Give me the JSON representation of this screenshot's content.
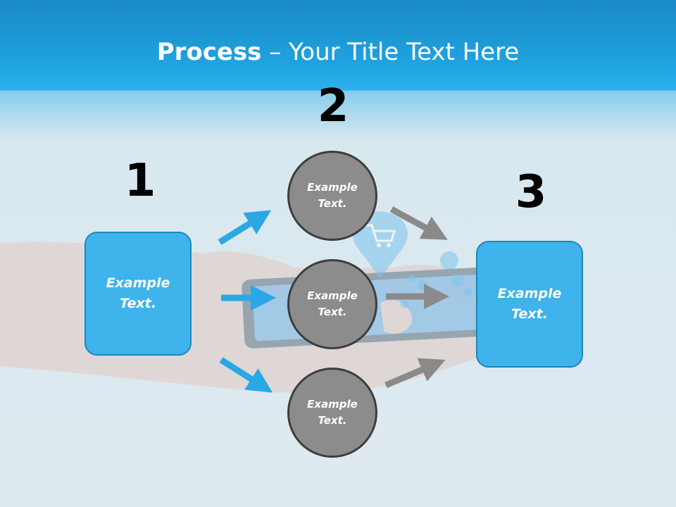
{
  "slide": {
    "title_bold": "Process",
    "title_rest": " – Your Title Text Here"
  },
  "steps": {
    "one": "1",
    "two": "2",
    "three": "3"
  },
  "left_box": {
    "text": "Example\nText."
  },
  "right_box": {
    "text": "Example\nText."
  },
  "circles": [
    {
      "text": "Example\nText."
    },
    {
      "text": "Example\nText."
    },
    {
      "text": "Example\nText."
    }
  ],
  "colors": {
    "header_blue": "#1fa3e0",
    "box_blue": "#3eb3ec",
    "circle_gray": "#8c8c8c",
    "arrow_blue": "#2aa8e6",
    "arrow_gray": "#8a8a8a"
  }
}
